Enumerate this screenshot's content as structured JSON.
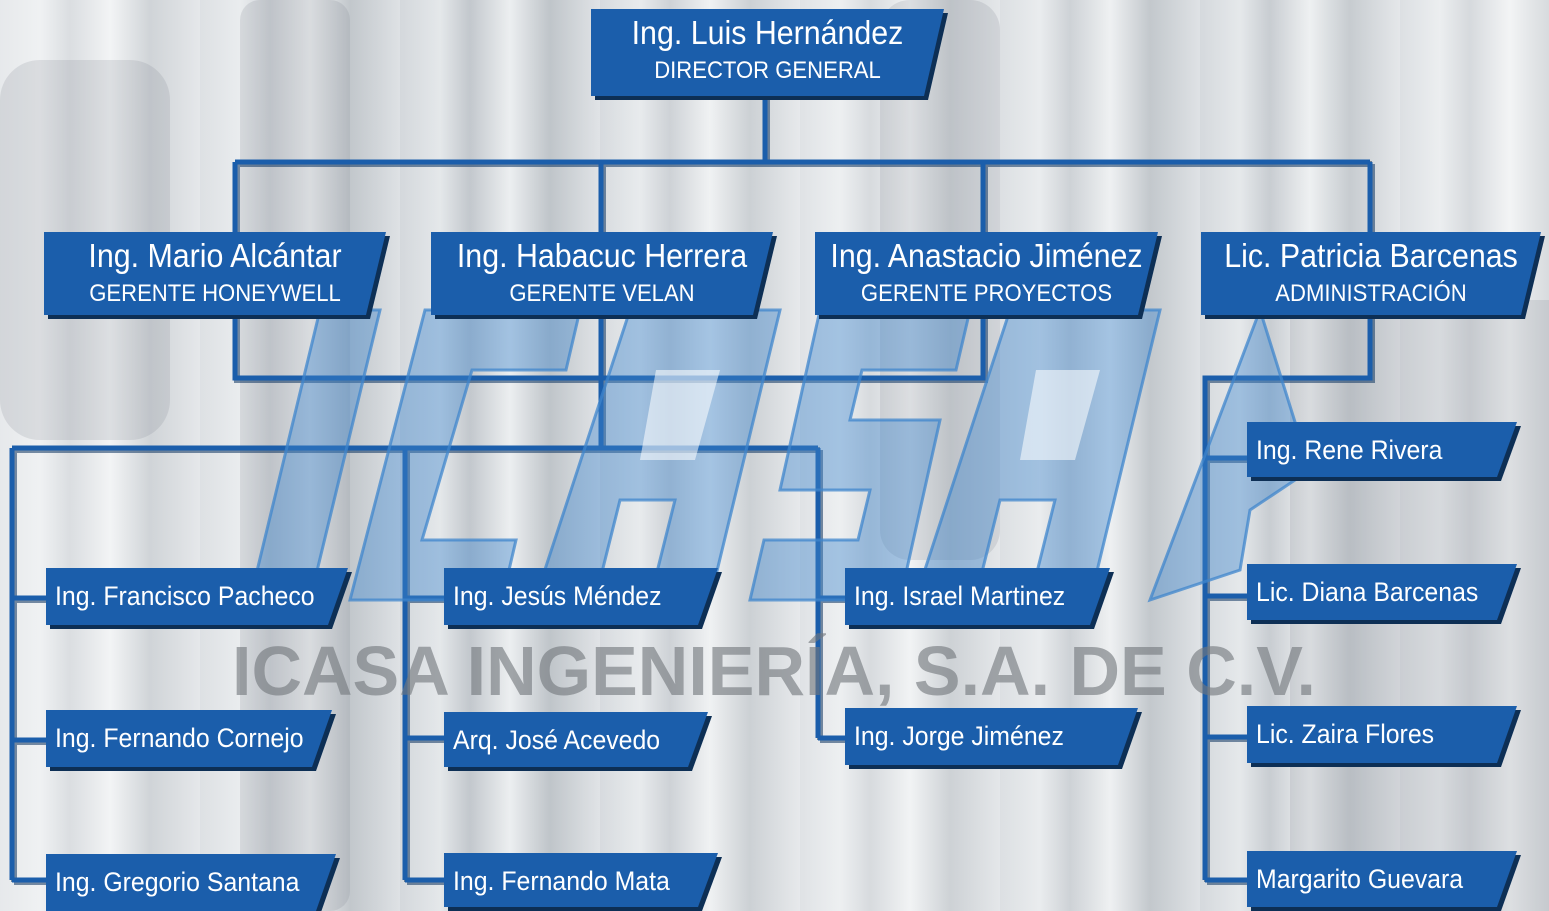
{
  "company_name": "ICASA INGENIERÍA, S.A. DE C.V.",
  "colors": {
    "box": "#1b5eab",
    "box_shadow": "#0d2f55",
    "line": "#1b5eab",
    "logo": "#3f85cc"
  },
  "logo_lettering": "ICASA",
  "director": {
    "name": "Ing. Luis Hernández",
    "role": "DIRECTOR GENERAL"
  },
  "managers": [
    {
      "name": "Ing. Mario Alcántar",
      "role": "GERENTE HONEYWELL"
    },
    {
      "name": "Ing. Habacuc Herrera",
      "role": "GERENTE VELAN"
    },
    {
      "name": "Ing. Anastacio Jiménez",
      "role": "GERENTE PROYECTOS"
    },
    {
      "name": "Lic. Patricia Barcenas",
      "role": "ADMINISTRACIÓN"
    }
  ],
  "staff": {
    "column1": [
      "Ing. Francisco Pacheco",
      "Ing. Fernando Cornejo",
      "Ing. Gregorio Santana"
    ],
    "column2": [
      "Ing. Jesús Méndez",
      "Arq. José Acevedo",
      "Ing. Fernando Mata"
    ],
    "column3": [
      "Ing. Israel Martinez",
      "Ing. Jorge Jiménez"
    ],
    "column4": [
      "Ing. Rene Rivera",
      "Lic. Diana Barcenas",
      "Lic. Zaira Flores",
      "Margarito Guevara"
    ]
  }
}
